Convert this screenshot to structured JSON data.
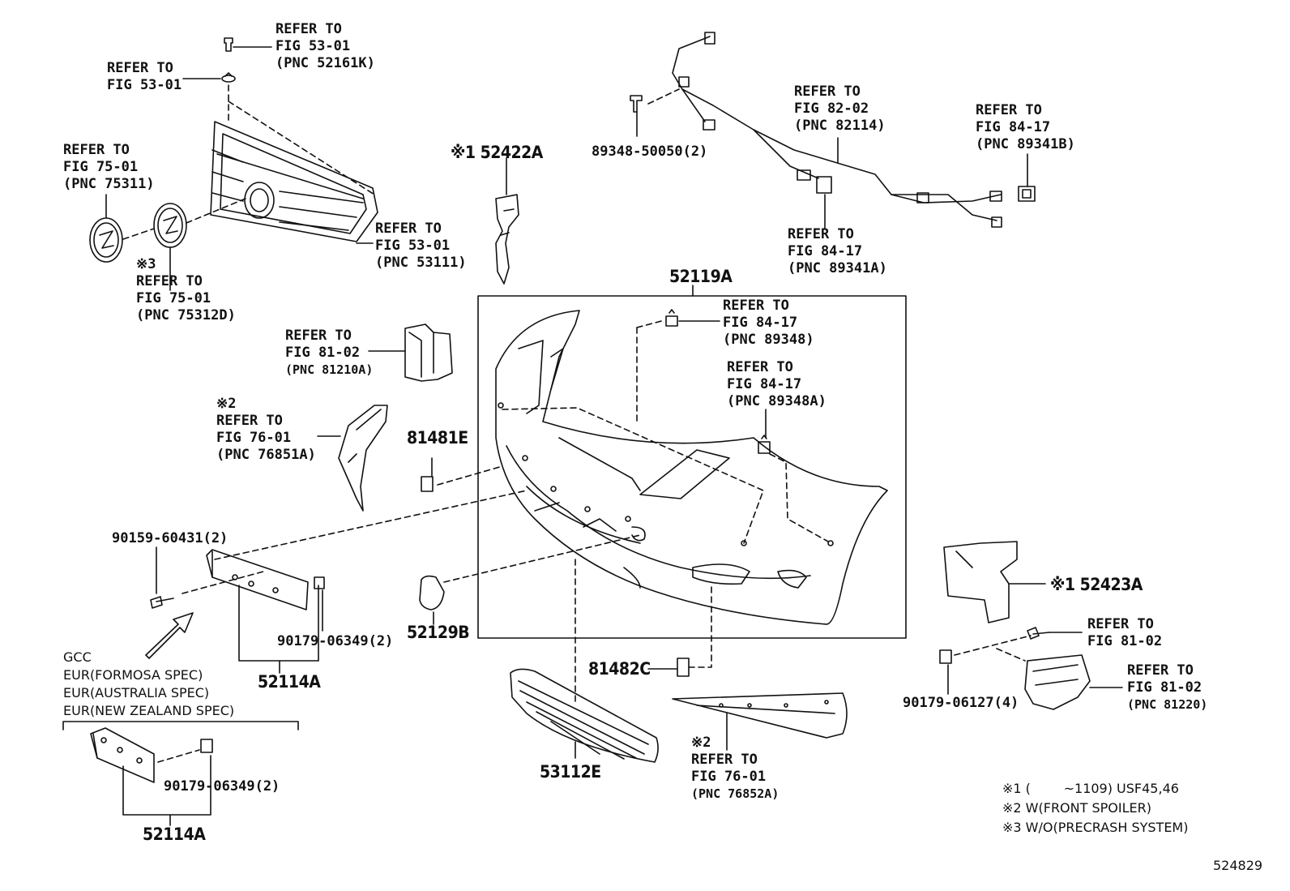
{
  "callouts": {
    "emblem_pin": [
      "REFER TO",
      "FIG 53-01",
      "(PNC 52161K)"
    ],
    "emblem_base": [
      "REFER TO",
      "FIG 53-01"
    ],
    "front_emblem": [
      "REFER TO",
      "FIG 75-01",
      "(PNC 75311)"
    ],
    "emblem_sub": [
      "※3",
      "REFER TO",
      "FIG 75-01",
      "(PNC 75312D)"
    ],
    "grille": [
      "REFER TO",
      "FIG 53-01",
      "(PNC 53111)"
    ],
    "headlamp_cleaner": [
      "REFER TO",
      "FIG 81-02",
      "(PNC 81210A)"
    ],
    "spoiler_left": [
      "※2",
      "REFER TO",
      "FIG 76-01",
      "(PNC 76851A)"
    ],
    "wire_harness": [
      "REFER TO",
      "FIG 82-02",
      "(PNC 82114)"
    ],
    "sensor_right": [
      "REFER TO",
      "FIG 84-17",
      "(PNC 89341B)"
    ],
    "sensor_center": [
      "REFER TO",
      "FIG 84-17",
      "(PNC 89341A)"
    ],
    "sensor_retainer": [
      "REFER TO",
      "FIG 84-17",
      "(PNC 89348)"
    ],
    "sensor_retainer_a": [
      "REFER TO",
      "FIG 84-17",
      "(PNC 89348A)"
    ],
    "fog_bolt": [
      "REFER TO",
      "FIG 81-02"
    ],
    "fog_lamp": [
      "REFER TO",
      "FIG 81-02",
      "(PNC 81220)"
    ],
    "spoiler_right": [
      "※2",
      "REFER TO",
      "FIG 76-01",
      "(PNC 76852A)"
    ]
  },
  "part_numbers": {
    "p52422A": "※1 52422A",
    "p89348": "89348-50050(2)",
    "p52119A": "52119A",
    "p81481E": "81481E",
    "p52129B": "52129B",
    "p90159": "90159-60431(2)",
    "p90179_a": "90179-06349(2)",
    "p52114A_a": "52114A",
    "p52423A": "※1 52423A",
    "p90179_b": "90179-06127(4)",
    "p81482C": "81482C",
    "p53112E": "53112E",
    "p90179_c": "90179-06349(2)",
    "p52114A_b": "52114A"
  },
  "market_labels": [
    "GCC",
    "EUR(FORMOSA SPEC)",
    "EUR(AUSTRALIA SPEC)",
    "EUR(NEW ZEALAND SPEC)"
  ],
  "notes": [
    "※1 (        ~1109) USF45,46",
    "※2 W(FRONT SPOILER)",
    "※3 W/O(PRECRASH SYSTEM)"
  ],
  "figure_id": "524829"
}
